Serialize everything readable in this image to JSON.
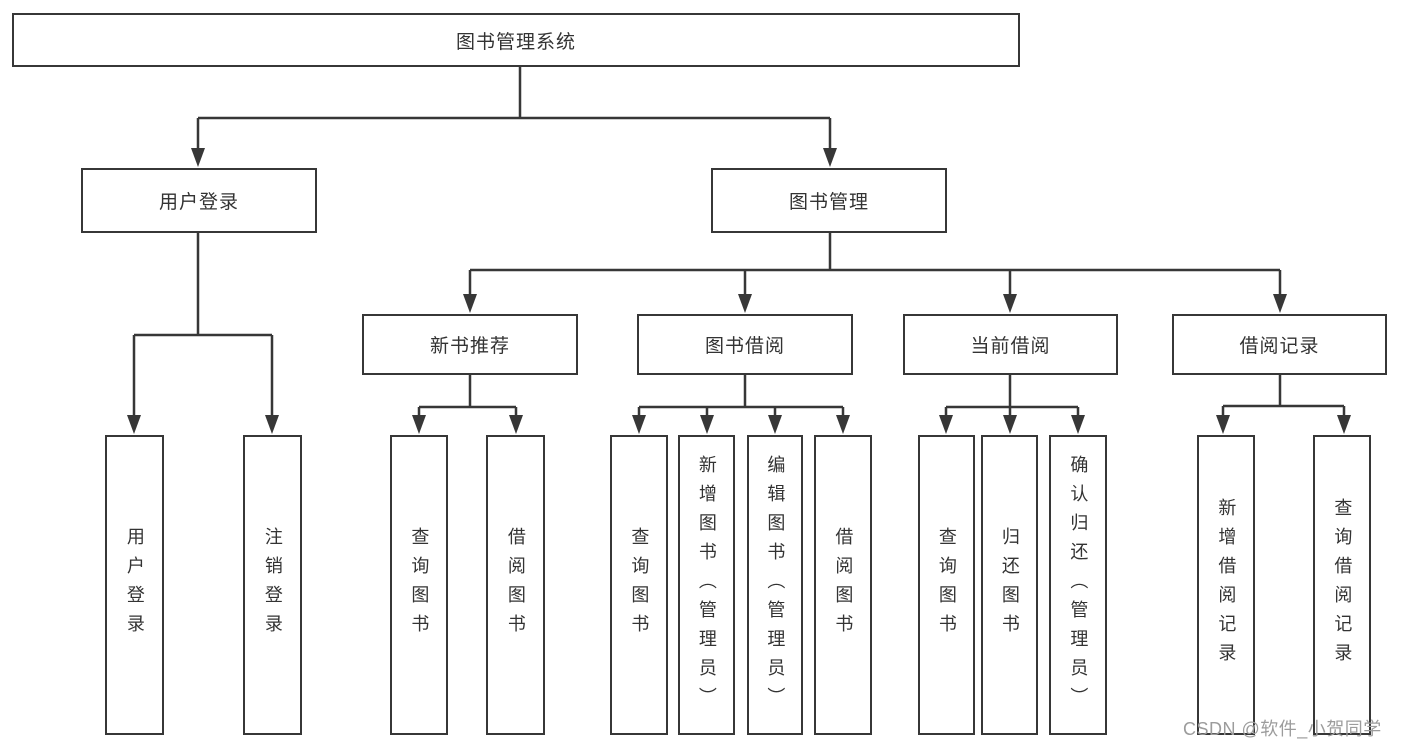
{
  "colors": {
    "line": "#373737",
    "box_border": "#373737",
    "text": "#333333",
    "watermark": "#9c9c9c",
    "background": "#ffffff"
  },
  "nodes": {
    "root": "图书管理系统",
    "user_login": "用户登录",
    "book_management": "图书管理",
    "new_book_recommend": "新书推荐",
    "book_borrowing": "图书借阅",
    "current_borrowing": "当前借阅",
    "borrowing_records": "借阅记录",
    "leaf_user_login": "用户登录",
    "leaf_logout": "注销登录",
    "leaf_nbr_query_books": "查询图书",
    "leaf_nbr_borrow_books": "借阅图书",
    "leaf_bb_query_books": "查询图书",
    "leaf_bb_add_books": "新增图书（管理员）",
    "leaf_bb_edit_books": "编辑图书（管理员）",
    "leaf_bb_borrow_books": "借阅图书",
    "leaf_cb_query_books": "查询图书",
    "leaf_cb_return_books": "归还图书",
    "leaf_cb_confirm_return": "确认归还（管理员）",
    "leaf_br_add_record": "新增借阅记录",
    "leaf_br_query_record": "查询借阅记录"
  },
  "hierarchy": {
    "图书管理系统": {
      "用户登录": [
        "用户登录",
        "注销登录"
      ],
      "图书管理": {
        "新书推荐": [
          "查询图书",
          "借阅图书"
        ],
        "图书借阅": [
          "查询图书",
          "新增图书（管理员）",
          "编辑图书（管理员）",
          "借阅图书"
        ],
        "当前借阅": [
          "查询图书",
          "归还图书",
          "确认归还（管理员）"
        ],
        "借阅记录": [
          "新增借阅记录",
          "查询借阅记录"
        ]
      }
    }
  },
  "watermark": "CSDN @软件_小贺同学"
}
